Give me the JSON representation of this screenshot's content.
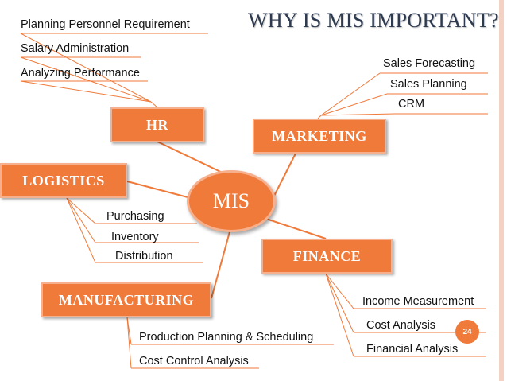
{
  "title": "WHY IS MIS IMPORTANT?",
  "center": "MIS",
  "page_number": "24",
  "colors": {
    "box_fill": "#f07a3a",
    "box_border": "#f6b08d",
    "line": "#f07a3a",
    "title": "#2d3a4f"
  },
  "branches": {
    "hr": {
      "label": "HR",
      "items": [
        "Planning Personnel Requirement",
        "Salary Administration",
        "Analyzing Performance"
      ]
    },
    "marketing": {
      "label": "MARKETING",
      "items": [
        "Sales Forecasting",
        "Sales Planning",
        "CRM"
      ]
    },
    "logistics": {
      "label": "LOGISTICS",
      "items": [
        "Purchasing",
        "Inventory",
        "Distribution"
      ]
    },
    "finance": {
      "label": "FINANCE",
      "items": [
        "Income Measurement",
        "Cost Analysis",
        "Financial Analysis"
      ]
    },
    "manufacturing": {
      "label": "MANUFACTURING",
      "items": [
        "Production Planning & Scheduling",
        "Cost Control Analysis"
      ]
    }
  }
}
